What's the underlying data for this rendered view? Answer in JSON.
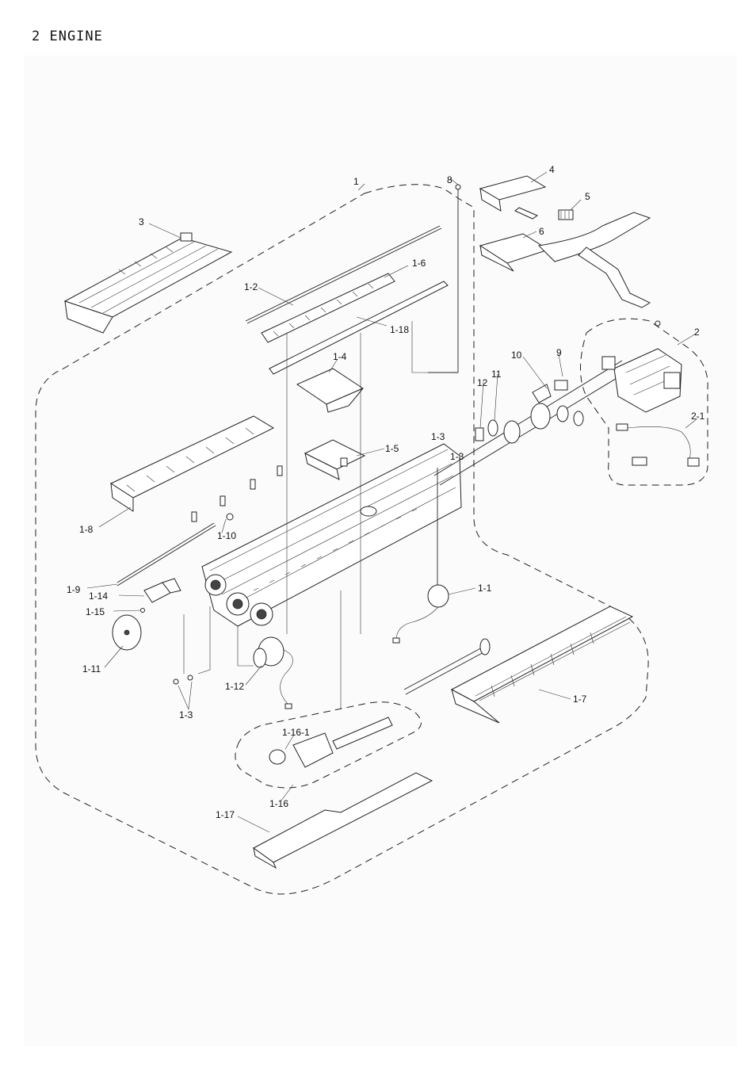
{
  "page": {
    "heading": "2 ENGINE"
  },
  "callouts": [
    {
      "id": "c-1",
      "text": "1"
    },
    {
      "id": "c-8",
      "text": "8"
    },
    {
      "id": "c-4",
      "text": "4"
    },
    {
      "id": "c-5",
      "text": "5"
    },
    {
      "id": "c-6",
      "text": "6"
    },
    {
      "id": "c-3",
      "text": "3"
    },
    {
      "id": "c-1-6",
      "text": "1-6"
    },
    {
      "id": "c-1-2",
      "text": "1-2"
    },
    {
      "id": "c-1-18",
      "text": "1-18"
    },
    {
      "id": "c-2",
      "text": "2"
    },
    {
      "id": "c-1-4",
      "text": "1-4"
    },
    {
      "id": "c-10",
      "text": "10"
    },
    {
      "id": "c-9",
      "text": "9"
    },
    {
      "id": "c-11",
      "text": "11"
    },
    {
      "id": "c-12",
      "text": "12"
    },
    {
      "id": "c-2-1",
      "text": "2-1"
    },
    {
      "id": "c-1-3a",
      "text": "1-3"
    },
    {
      "id": "c-1-3b",
      "text": "1-3"
    },
    {
      "id": "c-1-5",
      "text": "1-5"
    },
    {
      "id": "c-1-8",
      "text": "1-8"
    },
    {
      "id": "c-1-10",
      "text": "1-10"
    },
    {
      "id": "c-1-9",
      "text": "1-9"
    },
    {
      "id": "c-1-14",
      "text": "1-14"
    },
    {
      "id": "c-1-15",
      "text": "1-15"
    },
    {
      "id": "c-1-1",
      "text": "1-1"
    },
    {
      "id": "c-1-11",
      "text": "1-11"
    },
    {
      "id": "c-1-12",
      "text": "1-12"
    },
    {
      "id": "c-1-7",
      "text": "1-7"
    },
    {
      "id": "c-1-3c",
      "text": "1-3"
    },
    {
      "id": "c-1-16-1",
      "text": "1-16-1"
    },
    {
      "id": "c-1-16",
      "text": "1-16"
    },
    {
      "id": "c-1-17",
      "text": "1-17"
    }
  ]
}
